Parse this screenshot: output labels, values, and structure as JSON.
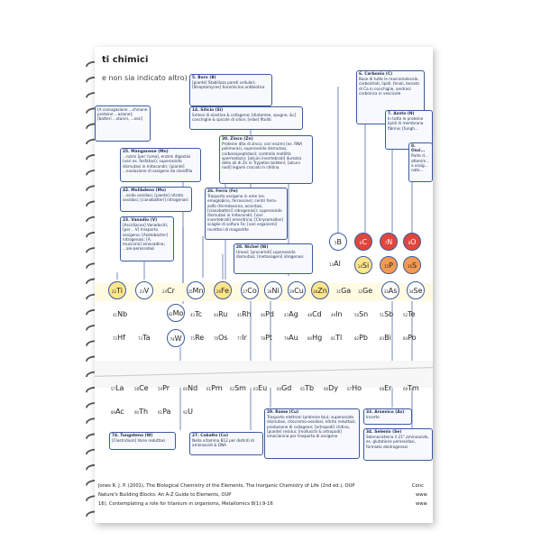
{
  "title": "ti chimici",
  "subtitle": "e non sia indicato altro)",
  "colors": {
    "border": "#3d5a9e",
    "red": "#e0463c",
    "orange": "#f39a52",
    "yellow": "#ffe68c",
    "pale": "#fff6cc"
  },
  "boxes": {
    "boro": {
      "title": "5. Boro (B)",
      "text": "[piante] Stabilizza pareti cellulari; [Streptomyces] tioromicina antibiotica"
    },
    "carbonio": {
      "title": "6. Carbonio (C)",
      "text": "Base di tutte le macromolecole, carboidrati, lipidi, fenoli, bonato di Ca in conchiglie, anidrasi carbonica in vescicole"
    },
    "azoto": {
      "title": "7. Azoto (N)",
      "text": "In tutte le proteine lipidi di membrana fibrine; [fungh..."
    },
    "ossigeno": {
      "title": "8. Ossi...",
      "text": "Parte d... ottenim... a ossig... nato..."
    },
    "left_top": {
      "title": "",
      "text": "[A coniugazione ...chinone proteine ...azione]; [batteri ...stanni, ...ossi]"
    },
    "silicio": {
      "title": "14. Silicio (Si)",
      "text": "Sintesi di elastina & collagene; [diatomee, spugne, &c] conchiglie & spicole di silice; [erbe] fitoliti"
    },
    "zinco": {
      "title": "30. Zinco (Zn)",
      "text": "Proteine dita di zinco; vari enzimi (es. RNA polimerasi, superossido dismutasi, carbossipeptidasi); controllo motilità spermatozoi; [alcuni invertebrati] durezza delle ali di Zn in Trypeton biddeni; [alcuni nodi] legami crociati in chitina"
    },
    "manganese": {
      "title": "25. Manganese (Mn)",
      "text": "...nzimi [per l'urea], enzimi digestivi (vari es. fosfatasi); superossido dismutasi in mitocondri; [piante] ...evoluzione di ossigeno da clorofilla"
    },
    "molibdeno": {
      "title": "42. Molibdeno (Mo)",
      "text": "...ssido ossidasi, [piante] nitrato ossidasi; [cianobatteri] nitrogenasi"
    },
    "ferro": {
      "title": "26. Ferro (Fe)",
      "text": "Trasporto ossigeno in eme (es. emoglobina, ferrossine); centri ferro-zolfo (ferredossina, aconitasi, [cianobatteri] nitrogenasi); superossido dismutasi in mitocondri; [vari invertebrati] emeritrina; [Chrysomallon] scaglie di solfuro Fe; [vari organismi] recettori di magnetite"
    },
    "vanadio": {
      "title": "23. Vanadio (V)",
      "text": "[Ascidiacea] Vanadociti; [per ...V] trasporto ossigeno; [Azotobacter] nitrogenasi; [A. muscaria] amavadina; ...alo-perossidasi"
    },
    "nichel": {
      "title": "28. Nichel (Ni)",
      "text": "Ureasi; [procarioti] superossido dismutasi; [metanogeni] idrogenasi"
    },
    "tungsteno": {
      "title": "74. Tungsteno (W)",
      "text": "[Clostridium] Varie reduttasi"
    },
    "cobalto": {
      "title": "27. Cobalto (Co)",
      "text": "Nella vitamina B12 per distinti di aminoacidi & DNA"
    },
    "rame": {
      "title": "29. Rame (Cu)",
      "text": "Trasporto elettroni (proteine blu); superossido dismutasi, citocromo-ossidasi, nitrito reduttasi; produzione di collagene; [artropodi] chitina, [piante] residui; [molluschi & artropodi] emocianina per trasporto di ossigeno"
    },
    "arsenico": {
      "title": "33. Arsenico (As)",
      "text": "Incerto"
    },
    "selenio": {
      "title": "34. Selenio (Se)",
      "text": "Selenocisteina il 21° aminoacido, es. glutatione perossidasi, formiato deidrogenasi"
    }
  },
  "elements": [
    {
      "num": "5",
      "sym": "B"
    },
    {
      "num": "6",
      "sym": "C"
    },
    {
      "num": "7",
      "sym": "N"
    },
    {
      "num": "8",
      "sym": "O"
    },
    {
      "num": "13",
      "sym": "Al"
    },
    {
      "num": "14",
      "sym": "Si"
    },
    {
      "num": "15",
      "sym": "P"
    },
    {
      "num": "16",
      "sym": "S"
    },
    {
      "num": "22",
      "sym": "Ti"
    },
    {
      "num": "23",
      "sym": "V"
    },
    {
      "num": "24",
      "sym": "Cr"
    },
    {
      "num": "25",
      "sym": "Mn"
    },
    {
      "num": "26",
      "sym": "Fe"
    },
    {
      "num": "27",
      "sym": "Co"
    },
    {
      "num": "28",
      "sym": "Ni"
    },
    {
      "num": "29",
      "sym": "Cu"
    },
    {
      "num": "30",
      "sym": "Zn"
    },
    {
      "num": "31",
      "sym": "Ga"
    },
    {
      "num": "32",
      "sym": "Ge"
    },
    {
      "num": "33",
      "sym": "As"
    },
    {
      "num": "34",
      "sym": "Se"
    },
    {
      "num": "41",
      "sym": "Nb"
    },
    {
      "num": "42",
      "sym": "Mo"
    },
    {
      "num": "43",
      "sym": "Tc"
    },
    {
      "num": "44",
      "sym": "Ru"
    },
    {
      "num": "45",
      "sym": "Rh"
    },
    {
      "num": "46",
      "sym": "Pd"
    },
    {
      "num": "47",
      "sym": "Ag"
    },
    {
      "num": "48",
      "sym": "Cd"
    },
    {
      "num": "49",
      "sym": "In"
    },
    {
      "num": "50",
      "sym": "Sn"
    },
    {
      "num": "51",
      "sym": "Sb"
    },
    {
      "num": "52",
      "sym": "Te"
    },
    {
      "num": "72",
      "sym": "Hf"
    },
    {
      "num": "73",
      "sym": "Ta"
    },
    {
      "num": "74",
      "sym": "W"
    },
    {
      "num": "75",
      "sym": "Re"
    },
    {
      "num": "76",
      "sym": "Os"
    },
    {
      "num": "77",
      "sym": "Ir"
    },
    {
      "num": "78",
      "sym": "Pt"
    },
    {
      "num": "79",
      "sym": "Au"
    },
    {
      "num": "80",
      "sym": "Hg"
    },
    {
      "num": "81",
      "sym": "Tl"
    },
    {
      "num": "82",
      "sym": "Pb"
    },
    {
      "num": "83",
      "sym": "Bi"
    },
    {
      "num": "84",
      "sym": "Po"
    },
    {
      "num": "57",
      "sym": "La"
    },
    {
      "num": "58",
      "sym": "Ce"
    },
    {
      "num": "59",
      "sym": "Pr"
    },
    {
      "num": "60",
      "sym": "Nd"
    },
    {
      "num": "61",
      "sym": "Pm"
    },
    {
      "num": "62",
      "sym": "Sm"
    },
    {
      "num": "63",
      "sym": "Eu"
    },
    {
      "num": "64",
      "sym": "Gd"
    },
    {
      "num": "65",
      "sym": "Tb"
    },
    {
      "num": "66",
      "sym": "Dy"
    },
    {
      "num": "67",
      "sym": "Ho"
    },
    {
      "num": "68",
      "sym": "Er"
    },
    {
      "num": "69",
      "sym": "Tm"
    },
    {
      "num": "89",
      "sym": "Ac"
    },
    {
      "num": "90",
      "sym": "Th"
    },
    {
      "num": "91",
      "sym": "Pa"
    },
    {
      "num": "92",
      "sym": "U"
    }
  ],
  "references": {
    "line1": "Jones R. J. P. (2001), The Biological Chemistry of the Elements, The Inorganic Chemistry of Life (2nd ed.), OUP",
    "line2": "Nature's Building Blocks: An A-Z Guide to Elements, OUP",
    "line3": "16), Contemplating a role for titanium in organisms, Metallomics 8(1):9-16",
    "right1": "Conc",
    "right2": "www",
    "right3": "www"
  }
}
